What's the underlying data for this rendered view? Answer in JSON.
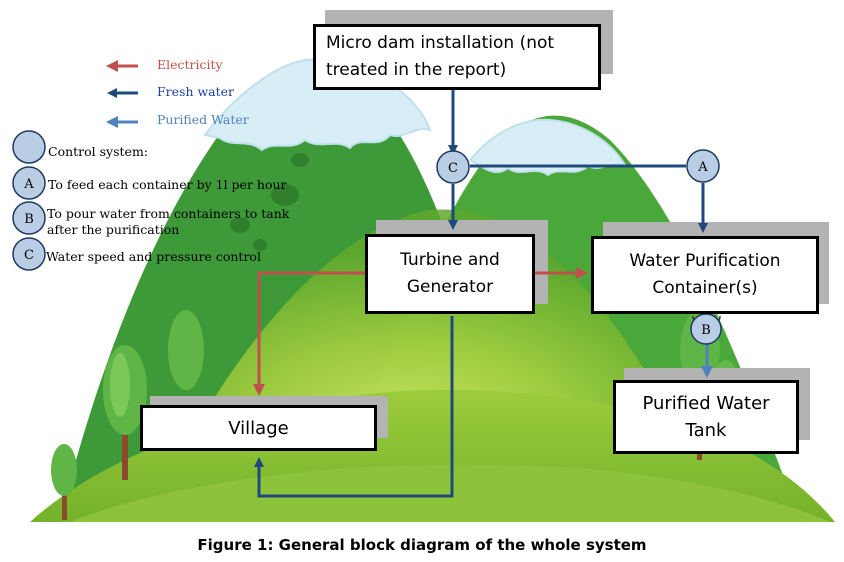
{
  "boxes": {
    "micro_dam": "Micro dam installation (not treated in the report)",
    "turbine": "Turbine and Generator",
    "purification": "Water Purification Container(s)",
    "tank": "Purified Water Tank",
    "village": "Village"
  },
  "legend": {
    "electricity": "Electricity",
    "fresh_water": "Fresh water",
    "purified_water": "Purified Water",
    "control_system": "Control system:",
    "a_label": "A",
    "a_text": "To feed each container by 1l per hour",
    "b_label": "B",
    "b_text_1": "To pour water from containers to tank",
    "b_text_2": "after the purification",
    "c_label": "C",
    "c_text": "Water speed and pressure control"
  },
  "nodes": {
    "c": "C",
    "a": "A",
    "b": "B"
  },
  "caption": "Figure 1: General block diagram of the whole system",
  "colors": {
    "electricity": "#c0504d",
    "fresh_water": "#1f497d",
    "purified_water": "#4f81bd",
    "control_node": "#b9cde5",
    "box_shadow": "#b3b3b3"
  }
}
